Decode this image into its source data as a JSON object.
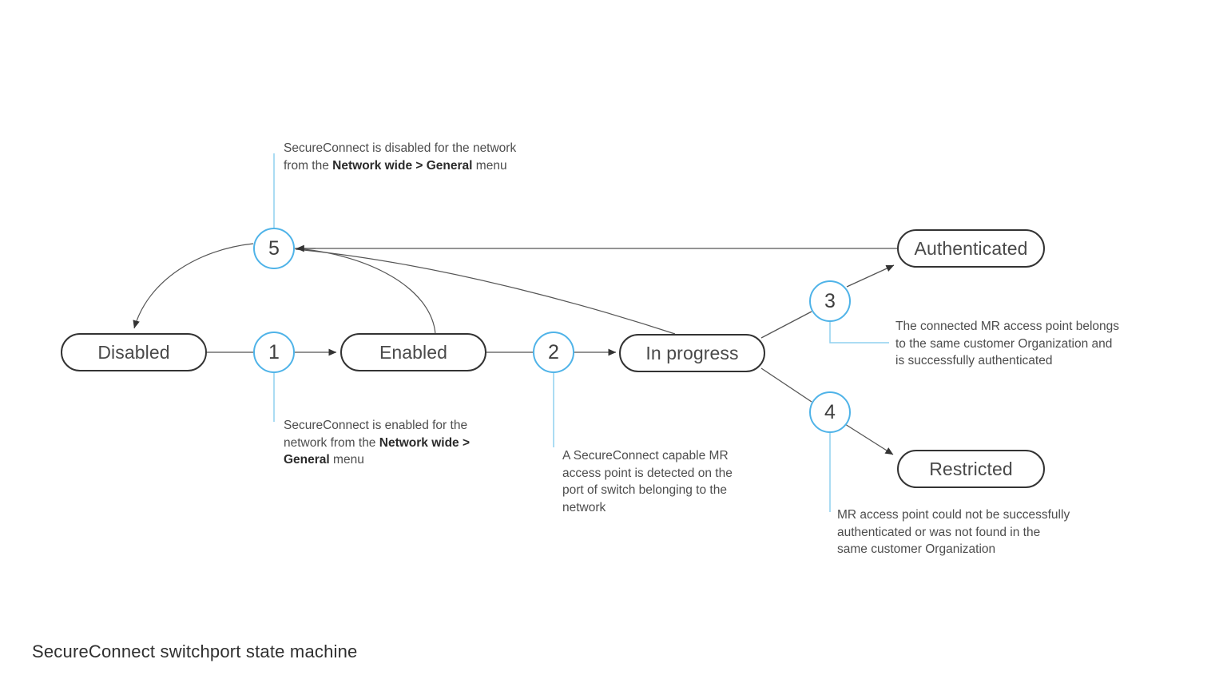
{
  "caption": "SecureConnect switchport state machine",
  "colors": {
    "badge_blue": "#4FB3E8",
    "leader_blue": "#8FD0EF",
    "node_border": "#333333",
    "edge_gray": "#555555",
    "text_gray": "#4d4d4d"
  },
  "states": [
    {
      "id": "disabled",
      "label": "Disabled"
    },
    {
      "id": "enabled",
      "label": "Enabled"
    },
    {
      "id": "in-progress",
      "label": "In progress"
    },
    {
      "id": "authenticated",
      "label": "Authenticated"
    },
    {
      "id": "restricted",
      "label": "Restricted"
    }
  ],
  "badges": [
    {
      "id": "1",
      "label": "1"
    },
    {
      "id": "2",
      "label": "2"
    },
    {
      "id": "3",
      "label": "3"
    },
    {
      "id": "4",
      "label": "4"
    },
    {
      "id": "5",
      "label": "5"
    }
  ],
  "notes": {
    "five": {
      "line1": "SecureConnect is disabled for the network",
      "line2a": "from the ",
      "line2b": "Network wide > General",
      "line2c": " menu"
    },
    "one": {
      "line1": "SecureConnect is enabled for the",
      "line2a": "network from the ",
      "line2b": "Network wide >",
      "line3b": "General",
      "line3c": " menu"
    },
    "two": {
      "text": "A SecureConnect capable MR\naccess point is detected on the\nport of switch belonging to the\nnetwork"
    },
    "three": {
      "text": "The connected MR access point belongs\nto the same customer Organization and\nis successfully authenticated"
    },
    "four": {
      "text": "MR access point could not be successfully\nauthenticated or was not found in the\nsame customer Organization"
    }
  },
  "transitions": [
    {
      "from": "disabled",
      "via": "1",
      "to": "enabled"
    },
    {
      "from": "enabled",
      "via": "2",
      "to": "in-progress"
    },
    {
      "from": "in-progress",
      "via": "3",
      "to": "authenticated"
    },
    {
      "from": "in-progress",
      "via": "4",
      "to": "restricted"
    },
    {
      "from": "enabled",
      "via": "5",
      "to": "disabled"
    },
    {
      "from": "in-progress",
      "via": "5",
      "to": "disabled"
    },
    {
      "from": "authenticated",
      "via": "5",
      "to": "disabled"
    }
  ]
}
